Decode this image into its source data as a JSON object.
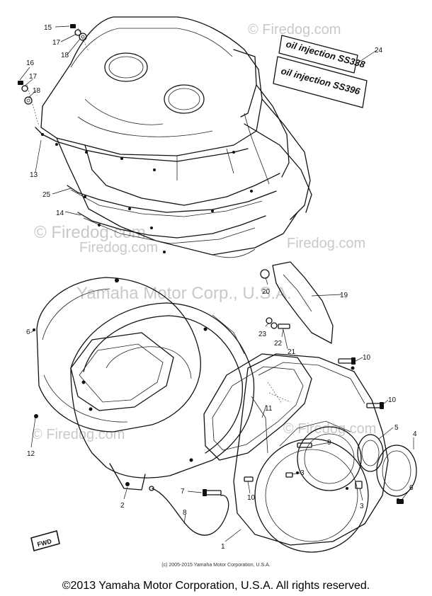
{
  "callouts": {
    "c1": "1",
    "c2": "2",
    "c3a": "3",
    "c3b": "3",
    "c4": "4",
    "c5": "5",
    "c6a": "6",
    "c6b": "6",
    "c7": "7",
    "c8": "8",
    "c9": "9",
    "c10a": "10",
    "c10b": "10",
    "c10c": "10",
    "c11": "11",
    "c12": "12",
    "c13": "13",
    "c14": "14",
    "c15": "15",
    "c16": "16",
    "c17a": "17",
    "c17b": "17",
    "c18a": "18",
    "c18b": "18",
    "c19": "19",
    "c20": "20",
    "c21": "21",
    "c22": "22",
    "c23": "23",
    "c24": "24",
    "c25": "25"
  },
  "decals": {
    "upper": "oil injection SS338",
    "lower": "oil injection SS396"
  },
  "fwd_label": "FWD",
  "watermarks": {
    "firedog_left": "© Firedog.com",
    "firedog_top": "© Firedog.com",
    "firedog_mid": "Firedog.com",
    "firedog_right": "Firedog.com",
    "firedog_bottom_left": "© Firedog.com",
    "firedog_bottom_right": "© Firedog.com",
    "yamaha": "Yamaha Motor Corp., U.S.A."
  },
  "footer": {
    "small": "(c) 2005-2015 Yamaha Motor Corporation, U.S.A.",
    "main": "©2013 Yamaha Motor Corporation, U.S.A. All rights reserved."
  }
}
